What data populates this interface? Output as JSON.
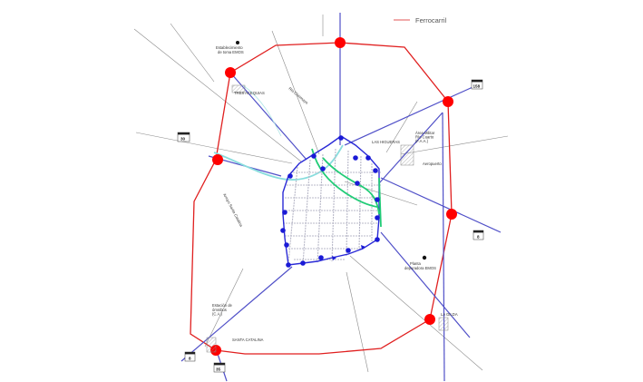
{
  "legend": {
    "label": "Ferrocarril",
    "color": "#e05555"
  },
  "colors": {
    "ring_road": "#e01f1f",
    "node_red": "#ff0000",
    "avenue_ring": "#2a2ad6",
    "node_blue": "#1a1ad6",
    "highway": "#5050c8",
    "green_route": "#22cc77",
    "streets": "#b8b8c8",
    "minor_roads": "#8a8a8a",
    "river": "#88dddd"
  },
  "labels": {
    "emos_top": [
      "Establecimiento",
      "de toma EMOS"
    ],
    "tres_acequias": "TRES ACEQUIAS",
    "rio_chirimayo": "Río Chirimayo",
    "las_higueras": "LAS HIGUERAS",
    "area_militar": [
      "Área Militar",
      "Río Cuarto",
      "(F.A.A.)"
    ],
    "aeropuerto": "Aeropuerto",
    "arroyo": "Arroyo Santa Catalina",
    "planta": [
      "Planta",
      "depuradora EMOS"
    ],
    "estacion": [
      "Estación de",
      "ómnibus",
      "(C.A.)"
    ],
    "santa_catalina": "SANTA CATALINA",
    "la_gilda": "LA GILDA"
  },
  "shields": {
    "r158": "158",
    "r30": "30",
    "r8_east": "8",
    "r8_sw": "8",
    "r35": "35"
  }
}
